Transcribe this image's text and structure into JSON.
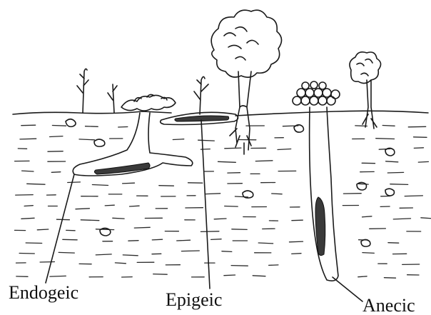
{
  "labels": {
    "endogeic": "Endogeic",
    "epigeic": "Epigeic",
    "anecic": "Anecic"
  },
  "colors": {
    "ink": "#1a1a1a",
    "worm": "#3a3a3a",
    "background": "#ffffff"
  }
}
